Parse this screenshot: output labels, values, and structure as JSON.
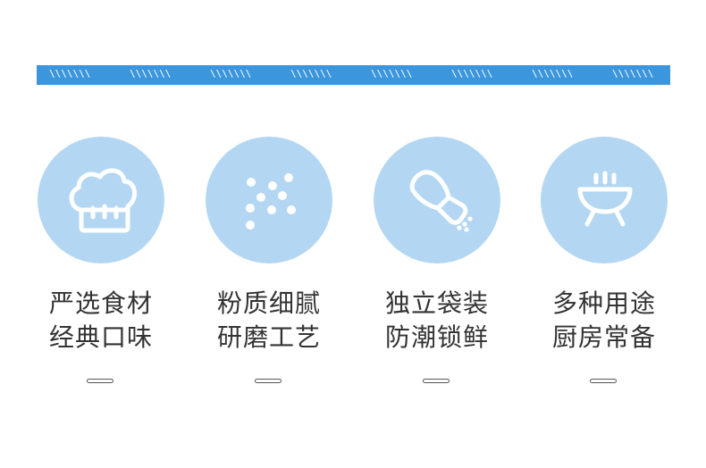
{
  "banner": {
    "color": "#3b96dd",
    "pattern": [
      "\\\\\\\\\\\\\\",
      "\\\\\\\\\\\\\\",
      "\\\\\\\\\\\\\\",
      "\\\\\\\\\\\\\\",
      "\\\\\\\\\\\\\\",
      "\\\\\\\\\\\\\\",
      "\\\\\\\\\\\\\\",
      "\\\\\\\\\\\\\\"
    ]
  },
  "circle_color": "#b3d7f2",
  "features": [
    {
      "icon": "chef-hat-icon",
      "line1": "严选食材",
      "line2": "经典口味"
    },
    {
      "icon": "powder-dots-icon",
      "line1": "粉质细腻",
      "line2": "研磨工艺"
    },
    {
      "icon": "salt-shaker-icon",
      "line1": "独立袋装",
      "line2": "防潮锁鲜"
    },
    {
      "icon": "grill-icon",
      "line1": "多种用途",
      "line2": "厨房常备"
    }
  ]
}
